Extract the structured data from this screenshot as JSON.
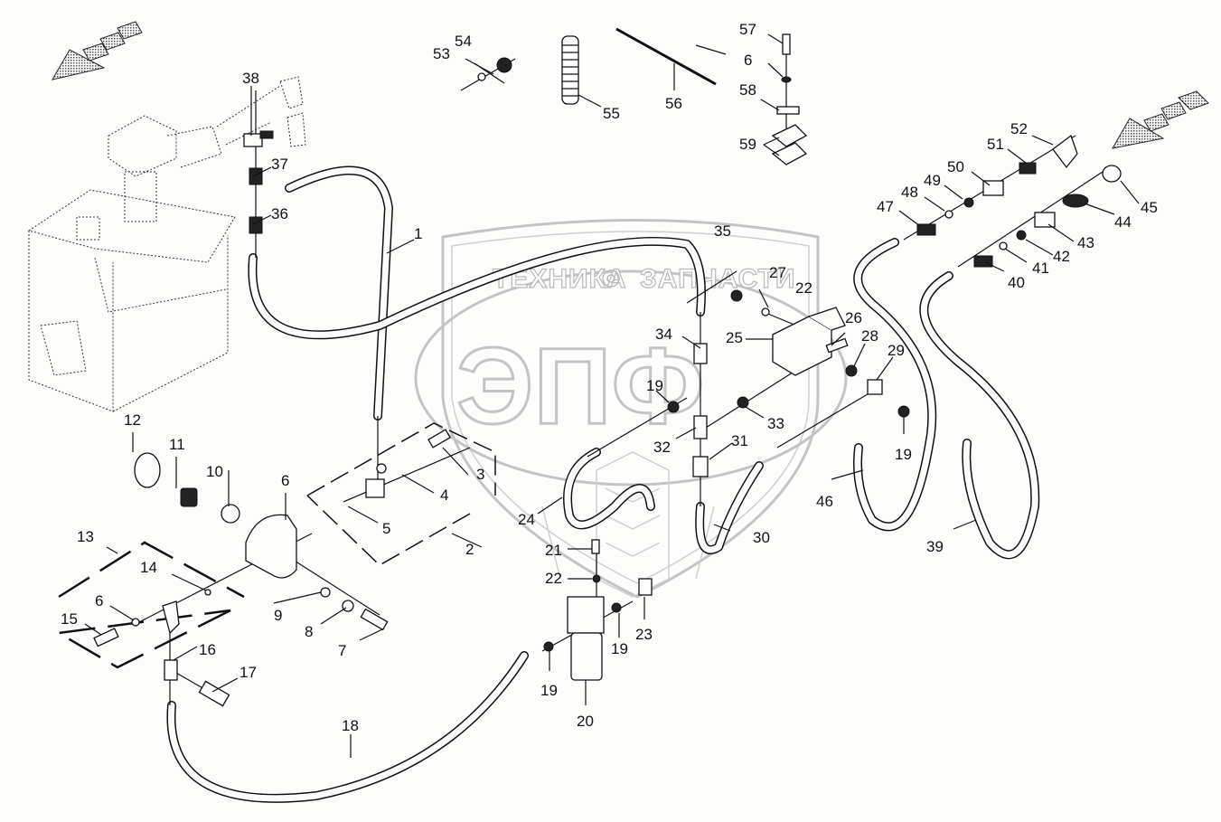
{
  "diagram": {
    "type": "exploded parts diagram",
    "subject": "hydraulic / fluid line assembly with tank, filter, distribution block and hoses",
    "watermark": {
      "left_word": "ТЕХНИКА",
      "right_word": "ЗАПЧАСТИ",
      "logo_letters": "ЭПФ",
      "gear_icon": "gear-icon"
    },
    "direction_arrows": [
      {
        "name": "forward-direction-arrow-left",
        "points": "down-left"
      },
      {
        "name": "forward-direction-arrow-right",
        "points": "down-left"
      }
    ],
    "callouts": [
      {
        "id": "1",
        "label": "1"
      },
      {
        "id": "2",
        "label": "2"
      },
      {
        "id": "3",
        "label": "3"
      },
      {
        "id": "4",
        "label": "4"
      },
      {
        "id": "5",
        "label": "5"
      },
      {
        "id": "6a",
        "label": "6"
      },
      {
        "id": "6b",
        "label": "6"
      },
      {
        "id": "6c",
        "label": "6"
      },
      {
        "id": "7",
        "label": "7"
      },
      {
        "id": "8",
        "label": "8"
      },
      {
        "id": "9",
        "label": "9"
      },
      {
        "id": "10",
        "label": "10"
      },
      {
        "id": "11",
        "label": "11"
      },
      {
        "id": "12",
        "label": "12"
      },
      {
        "id": "13",
        "label": "13"
      },
      {
        "id": "14",
        "label": "14"
      },
      {
        "id": "15",
        "label": "15"
      },
      {
        "id": "16",
        "label": "16"
      },
      {
        "id": "17",
        "label": "17"
      },
      {
        "id": "18",
        "label": "18"
      },
      {
        "id": "19a",
        "label": "19"
      },
      {
        "id": "19b",
        "label": "19"
      },
      {
        "id": "19c",
        "label": "19"
      },
      {
        "id": "19d",
        "label": "19"
      },
      {
        "id": "20",
        "label": "20"
      },
      {
        "id": "21",
        "label": "21"
      },
      {
        "id": "22a",
        "label": "22"
      },
      {
        "id": "22b",
        "label": "22"
      },
      {
        "id": "23",
        "label": "23"
      },
      {
        "id": "24",
        "label": "24"
      },
      {
        "id": "25",
        "label": "25"
      },
      {
        "id": "26",
        "label": "26"
      },
      {
        "id": "27",
        "label": "27"
      },
      {
        "id": "28",
        "label": "28"
      },
      {
        "id": "29",
        "label": "29"
      },
      {
        "id": "30",
        "label": "30"
      },
      {
        "id": "31",
        "label": "31"
      },
      {
        "id": "32",
        "label": "32"
      },
      {
        "id": "33",
        "label": "33"
      },
      {
        "id": "34",
        "label": "34"
      },
      {
        "id": "35",
        "label": "35"
      },
      {
        "id": "36",
        "label": "36"
      },
      {
        "id": "37",
        "label": "37"
      },
      {
        "id": "38",
        "label": "38"
      },
      {
        "id": "39",
        "label": "39"
      },
      {
        "id": "40",
        "label": "40"
      },
      {
        "id": "41",
        "label": "41"
      },
      {
        "id": "42",
        "label": "42"
      },
      {
        "id": "43",
        "label": "43"
      },
      {
        "id": "44",
        "label": "44"
      },
      {
        "id": "45",
        "label": "45"
      },
      {
        "id": "46",
        "label": "46"
      },
      {
        "id": "47",
        "label": "47"
      },
      {
        "id": "48",
        "label": "48"
      },
      {
        "id": "49",
        "label": "49"
      },
      {
        "id": "50",
        "label": "50"
      },
      {
        "id": "51",
        "label": "51"
      },
      {
        "id": "52",
        "label": "52"
      },
      {
        "id": "53",
        "label": "53"
      },
      {
        "id": "54",
        "label": "54"
      },
      {
        "id": "55",
        "label": "55"
      },
      {
        "id": "56",
        "label": "56"
      },
      {
        "id": "57",
        "label": "57"
      },
      {
        "id": "58",
        "label": "58"
      },
      {
        "id": "59",
        "label": "59"
      }
    ]
  }
}
